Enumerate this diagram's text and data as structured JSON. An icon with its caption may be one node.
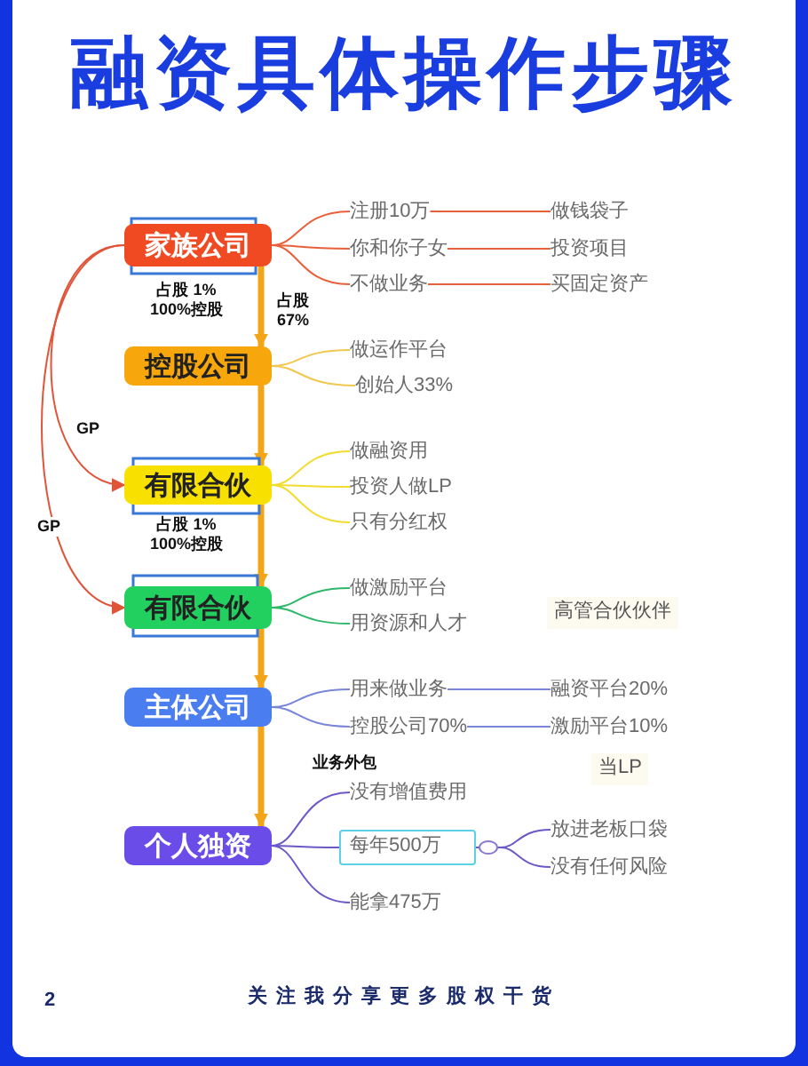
{
  "diagram": {
    "title": "融资具体操作步骤",
    "nodes": [
      {
        "text": [
          "家族公司"
        ]
      },
      {
        "text": [
          "注册10万"
        ]
      },
      {
        "text": [
          "做钱袋子"
        ]
      },
      {
        "text": [
          "你和你子女"
        ]
      },
      {
        "text": [
          "投资项目"
        ]
      },
      {
        "text": [
          "不做业务"
        ]
      },
      {
        "text": [
          "买固定资产"
        ]
      },
      {
        "text": [
          "控股公司"
        ]
      },
      {
        "text": [
          "做运作平台"
        ]
      },
      {
        "text": [
          "创始人33%"
        ]
      },
      {
        "text": [
          "有限合伙"
        ]
      },
      {
        "text": [
          "做融资用"
        ]
      },
      {
        "text": [
          "投资人做LP"
        ]
      },
      {
        "text": [
          "只有分红权"
        ]
      },
      {
        "text": [
          "有限合伙"
        ]
      },
      {
        "text": [
          "做激励平台"
        ]
      },
      {
        "text": [
          "用资源和人才"
        ]
      },
      {
        "text": [
          "主体公司"
        ]
      },
      {
        "text": [
          "用来做业务"
        ]
      },
      {
        "text": [
          "融资平台20%"
        ]
      },
      {
        "text": [
          "控股公司70%"
        ]
      },
      {
        "text": [
          "激励平台10%"
        ]
      },
      {
        "text": [
          "个人独资"
        ]
      },
      {
        "text": [
          "没有增值费用"
        ]
      },
      {
        "text": [
          "每年500万"
        ]
      },
      {
        "text": [
          "放进老板口袋"
        ]
      },
      {
        "text": [
          "没有任何风险"
        ]
      },
      {
        "text": [
          "能拿475万"
        ]
      }
    ],
    "edges": [
      {
        "from": 0,
        "to": 1,
        "arrow": "none",
        "color": "#e8603a"
      },
      {
        "from": 0,
        "to": 3,
        "arrow": "none",
        "color": "#e8603a"
      },
      {
        "from": 0,
        "to": 5,
        "arrow": "none",
        "color": "#e8603a"
      },
      {
        "from": 1,
        "to": 2,
        "arrow": "none",
        "color": "#e8603a"
      },
      {
        "from": 3,
        "to": 4,
        "arrow": "none",
        "color": "#e8603a"
      },
      {
        "from": 5,
        "to": 6,
        "arrow": "none",
        "color": "#e8603a"
      },
      {
        "from": 0,
        "to": 7,
        "arrow": "to",
        "style": "thick",
        "color": "#f2a516",
        "label": "占股 67%"
      },
      {
        "from": 7,
        "to": 8,
        "arrow": "none",
        "color": "#f0c850"
      },
      {
        "from": 7,
        "to": 9,
        "arrow": "none",
        "color": "#f0c850"
      },
      {
        "from": 7,
        "to": 10,
        "arrow": "to",
        "style": "thick",
        "color": "#f2a516"
      },
      {
        "from": 0,
        "to": 10,
        "arrow": "to",
        "color": "#e0553a",
        "label": "GP"
      },
      {
        "from": 0,
        "to": 14,
        "arrow": "to",
        "color": "#e0553a",
        "label": "GP"
      },
      {
        "from": 10,
        "to": 11,
        "arrow": "none",
        "color": "#f2dc30"
      },
      {
        "from": 10,
        "to": 12,
        "arrow": "none",
        "color": "#f2dc30"
      },
      {
        "from": 10,
        "to": 13,
        "arrow": "none",
        "color": "#f2dc30"
      },
      {
        "from": 10,
        "to": 14,
        "arrow": "to",
        "style": "thick",
        "color": "#f2a516"
      },
      {
        "from": 14,
        "to": 15,
        "arrow": "none",
        "color": "#2fb86a"
      },
      {
        "from": 14,
        "to": 16,
        "arrow": "none",
        "color": "#2fb86a"
      },
      {
        "from": 14,
        "to": 17,
        "arrow": "to",
        "style": "thick",
        "color": "#f2a516"
      },
      {
        "from": 17,
        "to": 18,
        "arrow": "none",
        "color": "#7a86d8"
      },
      {
        "from": 17,
        "to": 20,
        "arrow": "none",
        "color": "#7a86d8"
      },
      {
        "from": 18,
        "to": 19,
        "arrow": "none",
        "color": "#7a86d8"
      },
      {
        "from": 20,
        "to": 21,
        "arrow": "none",
        "color": "#7a86d8"
      },
      {
        "from": 17,
        "to": 22,
        "arrow": "to",
        "style": "thick",
        "color": "#f2a516",
        "label": "业务外包"
      },
      {
        "from": 22,
        "to": 23,
        "arrow": "none",
        "color": "#6a5ac8"
      },
      {
        "from": 22,
        "to": 24,
        "arrow": "none",
        "color": "#6a5ac8"
      },
      {
        "from": 22,
        "to": 27,
        "arrow": "none",
        "color": "#6a5ac8"
      },
      {
        "from": 24,
        "to": 25,
        "arrow": "none",
        "color": "#6a5ac8"
      },
      {
        "from": 24,
        "to": 26,
        "arrow": "none",
        "color": "#6a5ac8"
      }
    ],
    "labels": [
      "占股 1% 100%控股",
      "占股 1% 100%控股",
      "高管合伙伙伴",
      "当LP",
      "2",
      "关注我分享更多股权干货"
    ]
  }
}
